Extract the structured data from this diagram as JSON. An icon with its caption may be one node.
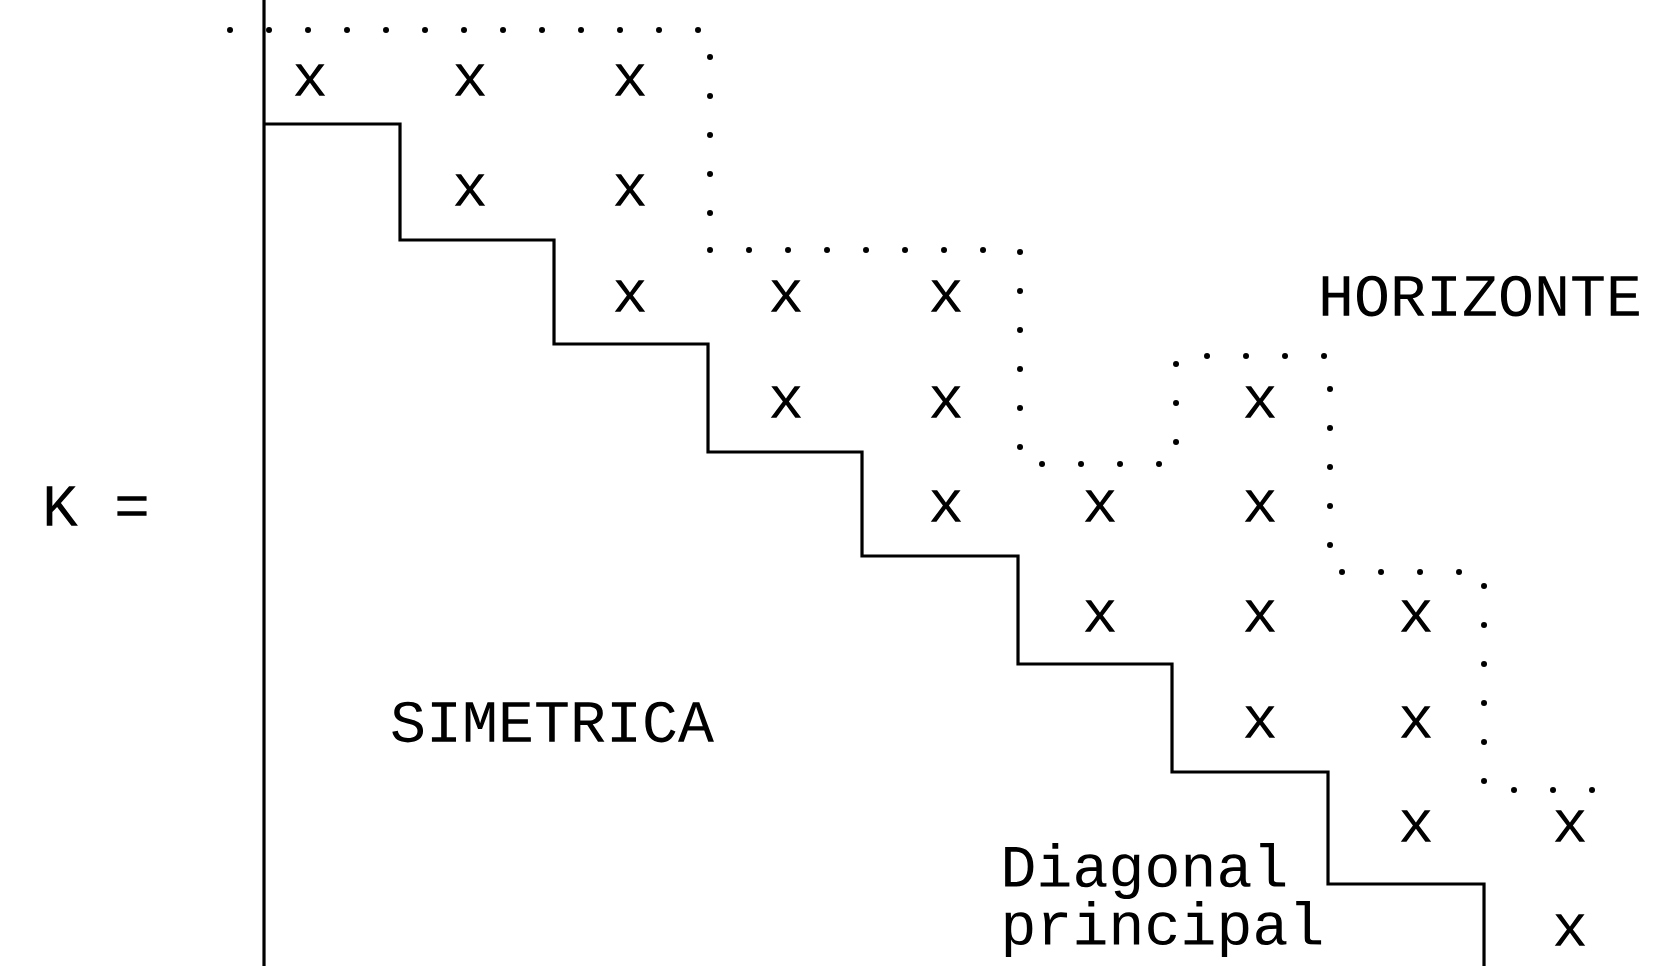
{
  "diagram": {
    "labels": [
      "x",
      "x",
      "x",
      "x",
      "x",
      "x",
      "x",
      "x",
      "HORIZONTE",
      "x",
      "x",
      "x",
      "K =",
      "x",
      "x",
      "x",
      "x",
      "x",
      "x",
      "SIMETRICA",
      "x",
      "x",
      "x",
      "x",
      "Diagonal principal",
      "x"
    ]
  }
}
